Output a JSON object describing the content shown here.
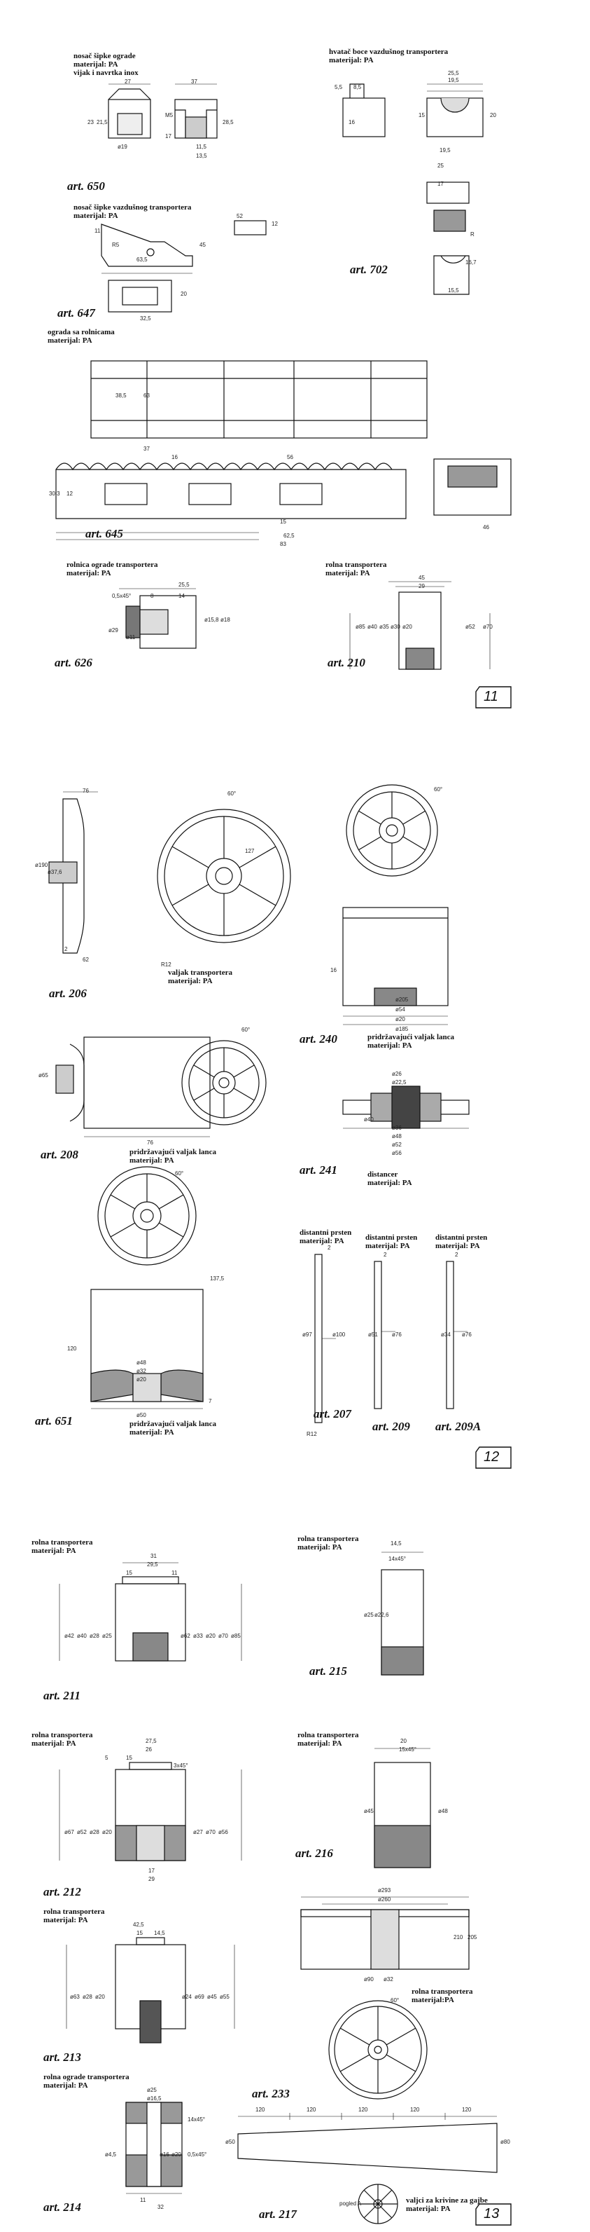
{
  "page1": {
    "page_number": "11",
    "items": {
      "art650": {
        "title": "nosač šipke ograde",
        "material": "materijal: PA",
        "extra": "vijak i navrtka inox",
        "art": "art. 650",
        "dims": [
          "27",
          "37",
          "ø19",
          "21,5",
          "11,5",
          "13,5",
          "28,5",
          "M5",
          "17",
          "23"
        ]
      },
      "art702": {
        "title": "hvatač boce vazdušnog transportera",
        "material": "materijal: PA",
        "art": "art. 702",
        "dims": [
          "25,5",
          "19,5",
          "15",
          "16",
          "20",
          "16,7",
          "19,5",
          "15,5",
          "5,5",
          "8,5",
          "17",
          "25",
          "R"
        ]
      },
      "art647": {
        "title": "nosač šipke vazdušnog transportera",
        "material": "materijal: PA",
        "art": "art. 647",
        "dims": [
          "52",
          "63,5",
          "11",
          "R5",
          "32,5",
          "12",
          "20",
          "45"
        ]
      },
      "art645": {
        "title": "ograda sa rolnicama",
        "material": "materijal: PA",
        "art": "art. 645",
        "dims": [
          "37",
          "16",
          "38,5",
          "63",
          "15",
          "56",
          "62,5",
          "83",
          "30,3",
          "46",
          "12"
        ]
      },
      "art626": {
        "title": "rolnica ograde transportera",
        "material": "materijal: PA",
        "art": "art. 626",
        "dims": [
          "0,5x45°",
          "25,5",
          "8",
          "14",
          "ø29",
          "ø11",
          "ø15,8",
          "ø18"
        ]
      },
      "art210": {
        "title": "rolna transportera",
        "material": "materijal: PA",
        "art": "art. 210",
        "dims": [
          "45",
          "29",
          "ø85",
          "ø40",
          "ø35",
          "ø30",
          "ø20",
          "ø52",
          "ø70"
        ]
      }
    }
  },
  "page2": {
    "page_number": "12",
    "items": {
      "art206": {
        "title": "valjak transportera",
        "material": "materijal: PA",
        "art": "art. 206",
        "dims": [
          "76",
          "ø190",
          "ø37,6",
          "2",
          "62",
          "R12",
          "127",
          "60°"
        ]
      },
      "art240": {
        "title": "pridržavajući valjak lanca",
        "material": "materijal: PA",
        "art": "art. 240",
        "dims": [
          "60°",
          "16",
          "ø205",
          "ø54",
          "ø185",
          "ø20"
        ]
      },
      "art208": {
        "title": "pridržavajući valjak lanca",
        "material": "materijal: PA",
        "art": "art. 208",
        "dims": [
          "ø65",
          "76",
          "60°"
        ]
      },
      "art241": {
        "title": "distancer",
        "material": "materijal: PA",
        "art": "art. 241",
        "dims": [
          "ø26",
          "ø22,5",
          "ø36",
          "ø48",
          "ø52",
          "ø56",
          "ø40"
        ]
      },
      "art651": {
        "title": "pridržavajući valjak lanca",
        "material": "materijal: PA",
        "art": "art. 651",
        "dims": [
          "ø48",
          "ø32",
          "ø20",
          "ø50",
          "120",
          "137,5",
          "7",
          "60°"
        ]
      },
      "art207": {
        "title": "distantni prsten",
        "material": "materijal: PA",
        "art": "art. 207",
        "dims": [
          "2",
          "ø97",
          "ø100",
          "R12"
        ]
      },
      "art209": {
        "title": "distantni prsten",
        "material": "materijal: PA",
        "art": "art. 209",
        "dims": [
          "2",
          "ø51",
          "ø76"
        ]
      },
      "art209A": {
        "title": "distantni prsten",
        "material": "materijal: PA",
        "art": "art. 209A",
        "dims": [
          "2",
          "ø34",
          "ø76"
        ]
      }
    }
  },
  "page3": {
    "page_number": "13",
    "items": {
      "art211": {
        "title": "rolna transportera",
        "material": "materijal: PA",
        "art": "art. 211",
        "dims": [
          "31",
          "29,5",
          "15",
          "11",
          "ø42",
          "ø40",
          "ø28",
          "ø25",
          "ø33",
          "ø20",
          "ø70",
          "ø85",
          "ø62"
        ]
      },
      "art215": {
        "title": "rolna transportera",
        "material": "materijal: PA",
        "art": "art. 215",
        "dims": [
          "14,5",
          "14x45°",
          "ø25",
          "ø22,6"
        ]
      },
      "art212": {
        "title": "rolna transportera",
        "material": "materijal: PA",
        "art": "art. 212",
        "dims": [
          "27,5",
          "26",
          "15",
          "5",
          "3x45°",
          "ø67",
          "ø52",
          "ø28",
          "ø20",
          "ø27",
          "ø70",
          "ø56",
          "17",
          "29"
        ]
      },
      "art216": {
        "title": "rolna transportera",
        "material": "materijal: PA",
        "art": "art. 216",
        "dims": [
          "20",
          "15x45°",
          "ø45",
          "ø48"
        ]
      },
      "art213": {
        "title": "rolna transportera",
        "material": "materijal: PA",
        "art": "art. 213",
        "dims": [
          "42,5",
          "15",
          "14,5",
          "ø63",
          "ø28",
          "ø20",
          "ø24",
          "ø69",
          "ø45",
          "ø55"
        ]
      },
      "art233": {
        "title": "rolna transportera",
        "material": "materijal:PA",
        "art": "art. 233",
        "dims": [
          "ø293",
          "ø260",
          "ø90",
          "ø32",
          "210",
          "205",
          "60°"
        ]
      },
      "art214": {
        "title": "rolna ograde transportera",
        "material": "materijal: PA",
        "art": "art. 214",
        "dims": [
          "ø25",
          "ø16,5",
          "14x45°",
          "0,5x45°",
          "ø4,5",
          "ø20",
          "ø16",
          "11",
          "32"
        ]
      },
      "art217": {
        "title": "valjci za krivine za gajbe",
        "material": "materijal: PA",
        "art": "art. 217",
        "dims": [
          "120",
          "120",
          "120",
          "120",
          "120",
          "ø50",
          "ø80",
          "pogled A"
        ]
      }
    }
  }
}
